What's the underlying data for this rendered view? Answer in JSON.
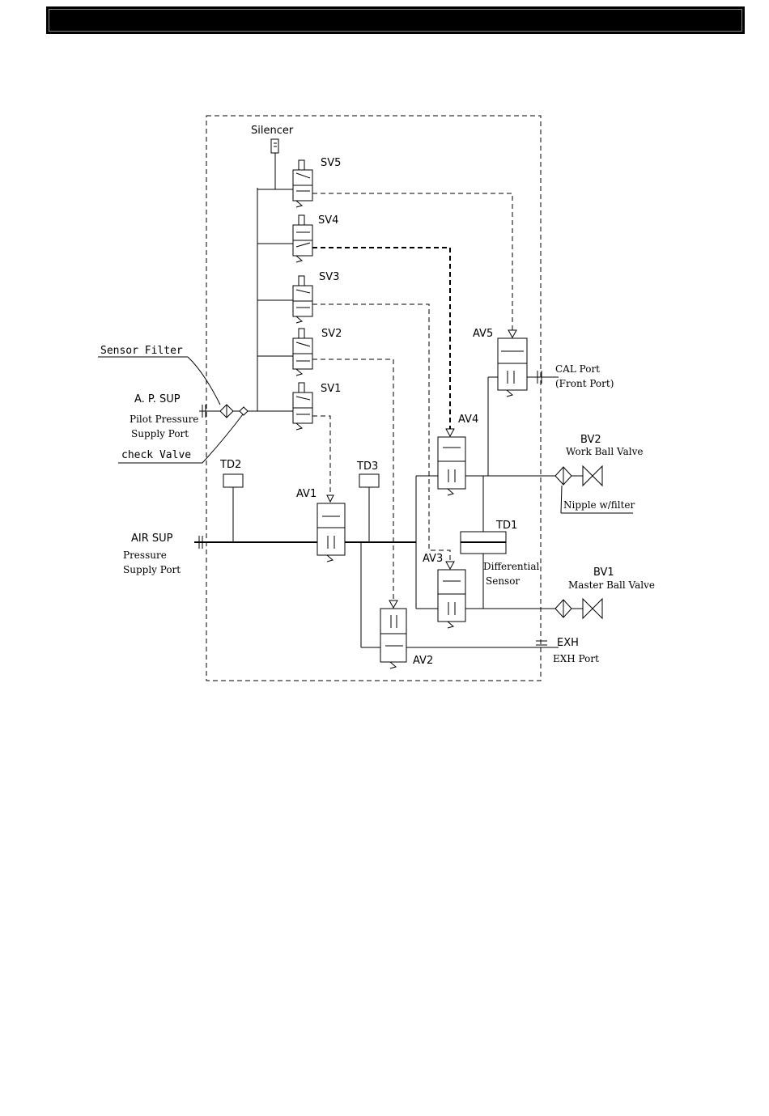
{
  "labels": {
    "silencer": "Silencer",
    "sv5": "SV5",
    "sv4": "SV4",
    "sv3": "SV3",
    "sv2": "SV2",
    "sv1": "SV1",
    "sensor_filter": "Sensor Filter",
    "ap_sup": "A. P. SUP",
    "pilot_line1": "Pilot Pressure",
    "pilot_line2": "Supply Port",
    "check_valve": "check Valve",
    "td2": "TD2",
    "td3": "TD3",
    "td1": "TD1",
    "av1": "AV1",
    "av2": "AV2",
    "av3": "AV3",
    "av4": "AV4",
    "av5": "AV5",
    "air_sup": "AIR SUP",
    "pressure_line1": "Pressure",
    "pressure_line2": "Supply Port",
    "cal_port": "CAL Port",
    "front_port": "(Front Port)",
    "bv2": "BV2",
    "work_ball_valve": "Work Ball Valve",
    "nipple": "Nipple w/filter",
    "differential_line1": "Differential",
    "differential_line2": "Sensor",
    "bv1": "BV1",
    "master_ball_valve": "Master Ball Valve",
    "exh": "EXH",
    "exh_port": "EXH Port"
  }
}
